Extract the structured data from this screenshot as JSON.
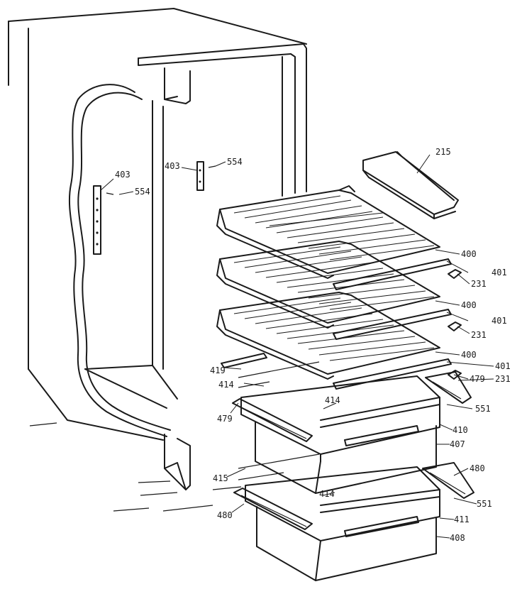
{
  "callouts": {
    "c215": "215",
    "c400a": "400",
    "c401a": "401",
    "c231a": "231",
    "c400b": "400",
    "c401b": "401",
    "c231b": "231",
    "c400c": "400",
    "c401c": "401",
    "c479r": "479",
    "c231c": "231",
    "c419": "419",
    "c414a": "414",
    "c414b": "414",
    "c479l": "479",
    "c551a": "551",
    "c410": "410",
    "c407": "407",
    "c415": "415",
    "c480r": "480",
    "c414c": "414",
    "c551b": "551",
    "c480l": "480",
    "c411": "411",
    "c408": "408",
    "c403l": "403",
    "c554l": "554",
    "c403r": "403",
    "c554r": "554"
  }
}
